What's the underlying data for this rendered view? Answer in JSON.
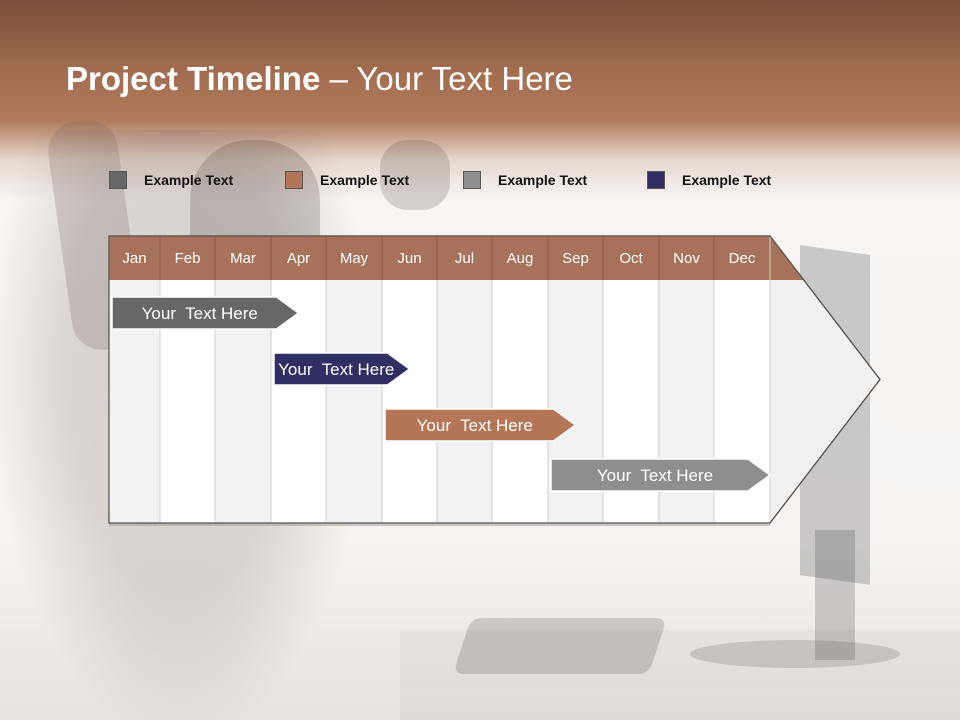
{
  "title": {
    "bold": "Project Timeline",
    "rest": " – Your Text Here"
  },
  "colors": {
    "header": "#a7715a",
    "gray_dark": "#676767",
    "brown": "#b47657",
    "gray_light": "#8e8e8e",
    "navy": "#2f2f66"
  },
  "legend": [
    {
      "label": "Example Text",
      "color": "#676767"
    },
    {
      "label": "Example Text",
      "color": "#b47657"
    },
    {
      "label": "Example Text",
      "color": "#8e8e8e"
    },
    {
      "label": "Example Text",
      "color": "#2f2f66"
    }
  ],
  "months": [
    "Jan",
    "Feb",
    "Mar",
    "Apr",
    "May",
    "Jun",
    "Jul",
    "Aug",
    "Sep",
    "Oct",
    "Nov",
    "Dec"
  ],
  "tasks": [
    {
      "label": "Your  Text Here",
      "start_month": 0,
      "end_month": 3.5,
      "color": "#676767"
    },
    {
      "label": "Your  Text Here",
      "start_month": 3.0,
      "end_month": 5.5,
      "color": "#2f2f66"
    },
    {
      "label": "Your  Text Here",
      "start_month": 5.0,
      "end_month": 8.5,
      "color": "#b47657"
    },
    {
      "label": "Your  Text Here",
      "start_month": 8.0,
      "end_month": 12.0,
      "color": "#8e8e8e"
    }
  ]
}
